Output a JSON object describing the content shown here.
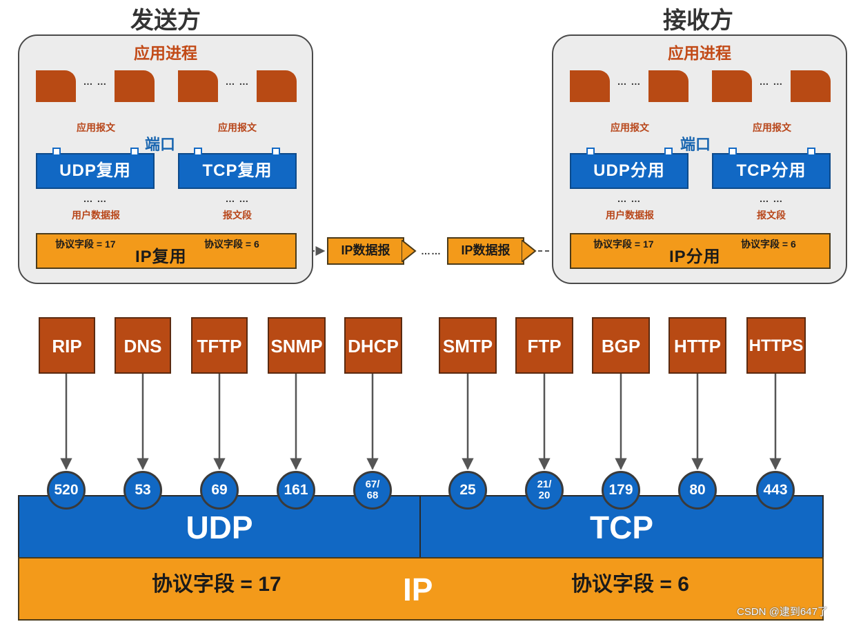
{
  "sender": {
    "title": "发送方",
    "app_process": "应用进程",
    "app_message": "应用报文",
    "port": "端口",
    "udp_box": "UDP复用",
    "tcp_box": "TCP复用",
    "udp_unit": "用户数据报",
    "tcp_unit": "报文段",
    "ip_box": "IP复用",
    "field_udp": "协议字段 = 17",
    "field_tcp": "协议字段 = 6",
    "dots": "… …"
  },
  "receiver": {
    "title": "接收方",
    "app_process": "应用进程",
    "app_message": "应用报文",
    "port": "端口",
    "udp_box": "UDP分用",
    "tcp_box": "TCP分用",
    "udp_unit": "用户数据报",
    "tcp_unit": "报文段",
    "ip_box": "IP分用",
    "field_udp": "协议字段 = 17",
    "field_tcp": "协议字段 = 6",
    "dots": "… …"
  },
  "transit": {
    "datagram_1": "IP数据报",
    "datagram_2": "IP数据报",
    "dots": "……"
  },
  "protocols": {
    "udp": [
      {
        "name": "RIP",
        "port": "520"
      },
      {
        "name": "DNS",
        "port": "53"
      },
      {
        "name": "TFTP",
        "port": "69"
      },
      {
        "name": "SNMP",
        "port": "161"
      },
      {
        "name": "DHCP",
        "port_top": "67/",
        "port_bottom": "68"
      }
    ],
    "tcp": [
      {
        "name": "SMTP",
        "port": "25"
      },
      {
        "name": "FTP",
        "port_top": "21/",
        "port_bottom": "20"
      },
      {
        "name": "BGP",
        "port": "179"
      },
      {
        "name": "HTTP",
        "port": "80"
      },
      {
        "name": "HTTPS",
        "port": "443"
      }
    ]
  },
  "layers": {
    "udp": "UDP",
    "tcp": "TCP",
    "ip": "IP",
    "ip_field_udp": "协议字段 = 17",
    "ip_field_tcp": "协议字段 = 6"
  },
  "watermark": "CSDN @逮到647了",
  "colors": {
    "blue": "#1168c4",
    "orange": "#f39a1a",
    "rust": "#b84a14",
    "panel": "#ececec"
  }
}
